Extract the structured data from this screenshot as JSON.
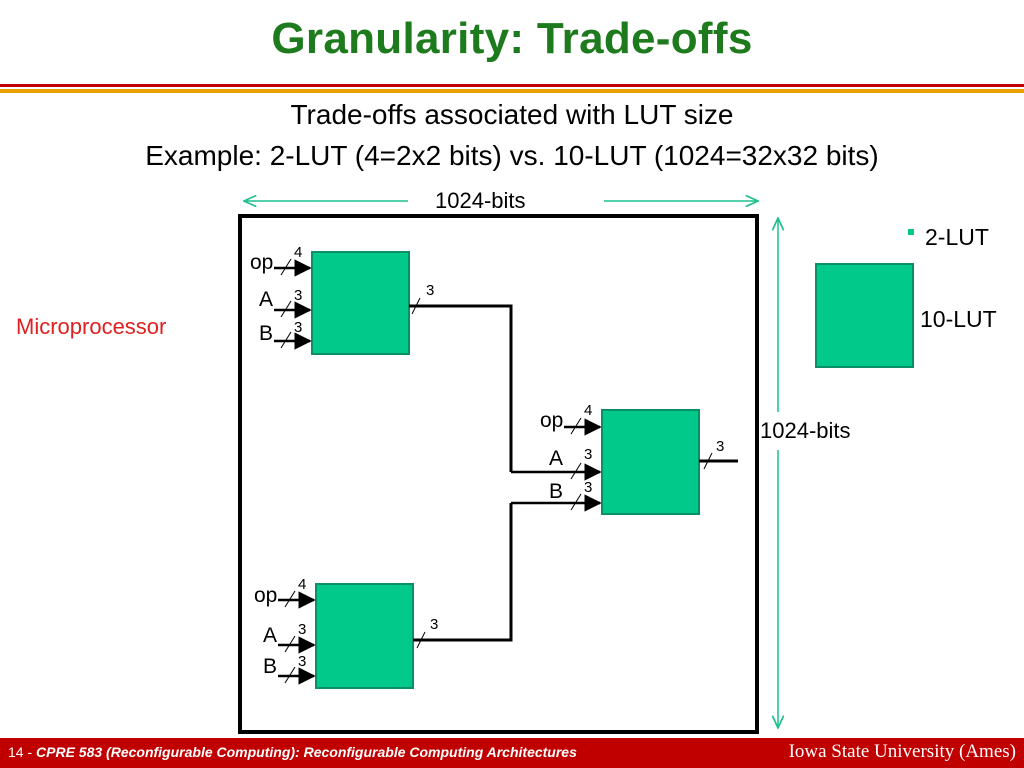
{
  "slide": {
    "title": "Granularity: Trade-offs",
    "subtitle_line1": "Trade-offs associated with LUT size",
    "subtitle_line2": "Example: 2-LUT (4=2x2 bits) vs. 10-LUT (1024=32x32 bits)"
  },
  "diagram": {
    "width_label": "1024-bits",
    "height_label": "1024-bits",
    "processor_label": "Microprocessor",
    "alu_blocks": [
      {
        "inputs": [
          {
            "name": "op",
            "bits": "4"
          },
          {
            "name": "A",
            "bits": "3"
          },
          {
            "name": "B",
            "bits": "3"
          }
        ],
        "output_bits": "3"
      },
      {
        "inputs": [
          {
            "name": "op",
            "bits": "4"
          },
          {
            "name": "A",
            "bits": "3"
          },
          {
            "name": "B",
            "bits": "3"
          }
        ],
        "output_bits": "3"
      },
      {
        "inputs": [
          {
            "name": "op",
            "bits": "4"
          },
          {
            "name": "A",
            "bits": "3"
          },
          {
            "name": "B",
            "bits": "3"
          }
        ],
        "output_bits": "3"
      }
    ]
  },
  "legend": {
    "bullet_item": "2-LUT",
    "box_label": "10-LUT"
  },
  "footer": {
    "page": "14 -",
    "course": "CPRE 583 (Reconfigurable Computing):  Reconfigurable Computing Architectures",
    "institution": "Iowa State University (Ames)"
  },
  "colors": {
    "title": "#1d7a1d",
    "lut_fill": "#00c98a",
    "arrow_teal": "#1fbf8f",
    "accent_red": "#e02020",
    "rule_orange": "#e8a000",
    "footer_bg": "#c00000"
  }
}
